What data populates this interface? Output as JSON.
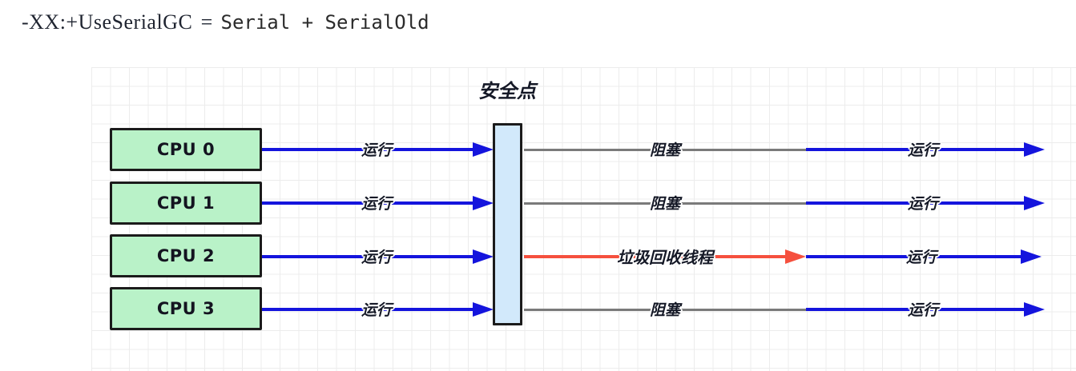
{
  "title": {
    "flag_text": "-XX:+UseSerialGC",
    "equals_text": "=",
    "collectors_text": "Serial + SerialOld"
  },
  "diagram": {
    "safepoint_label": "安全点",
    "run_label": "运行",
    "blocked_label": "阻塞",
    "gc_thread_label": "垃圾回收线程",
    "cpus": [
      {
        "label": "CPU 0",
        "after_safepoint": "blocked-then-run"
      },
      {
        "label": "CPU 1",
        "after_safepoint": "blocked-then-run"
      },
      {
        "label": "CPU 2",
        "after_safepoint": "gc-thread-then-run"
      },
      {
        "label": "CPU 3",
        "after_safepoint": "blocked-then-run"
      }
    ],
    "colors": {
      "run_arrow_blue": "#1414dd",
      "blocked_line_gray": "#7a7a7a",
      "gc_arrow_red": "#f5503e",
      "cpu_box_fill_green": "#b9f2c8",
      "safepoint_bar_fill_blue": "#d2e9fb",
      "shape_outline": "#1b1b1b",
      "grid_line": "#ececec"
    }
  }
}
